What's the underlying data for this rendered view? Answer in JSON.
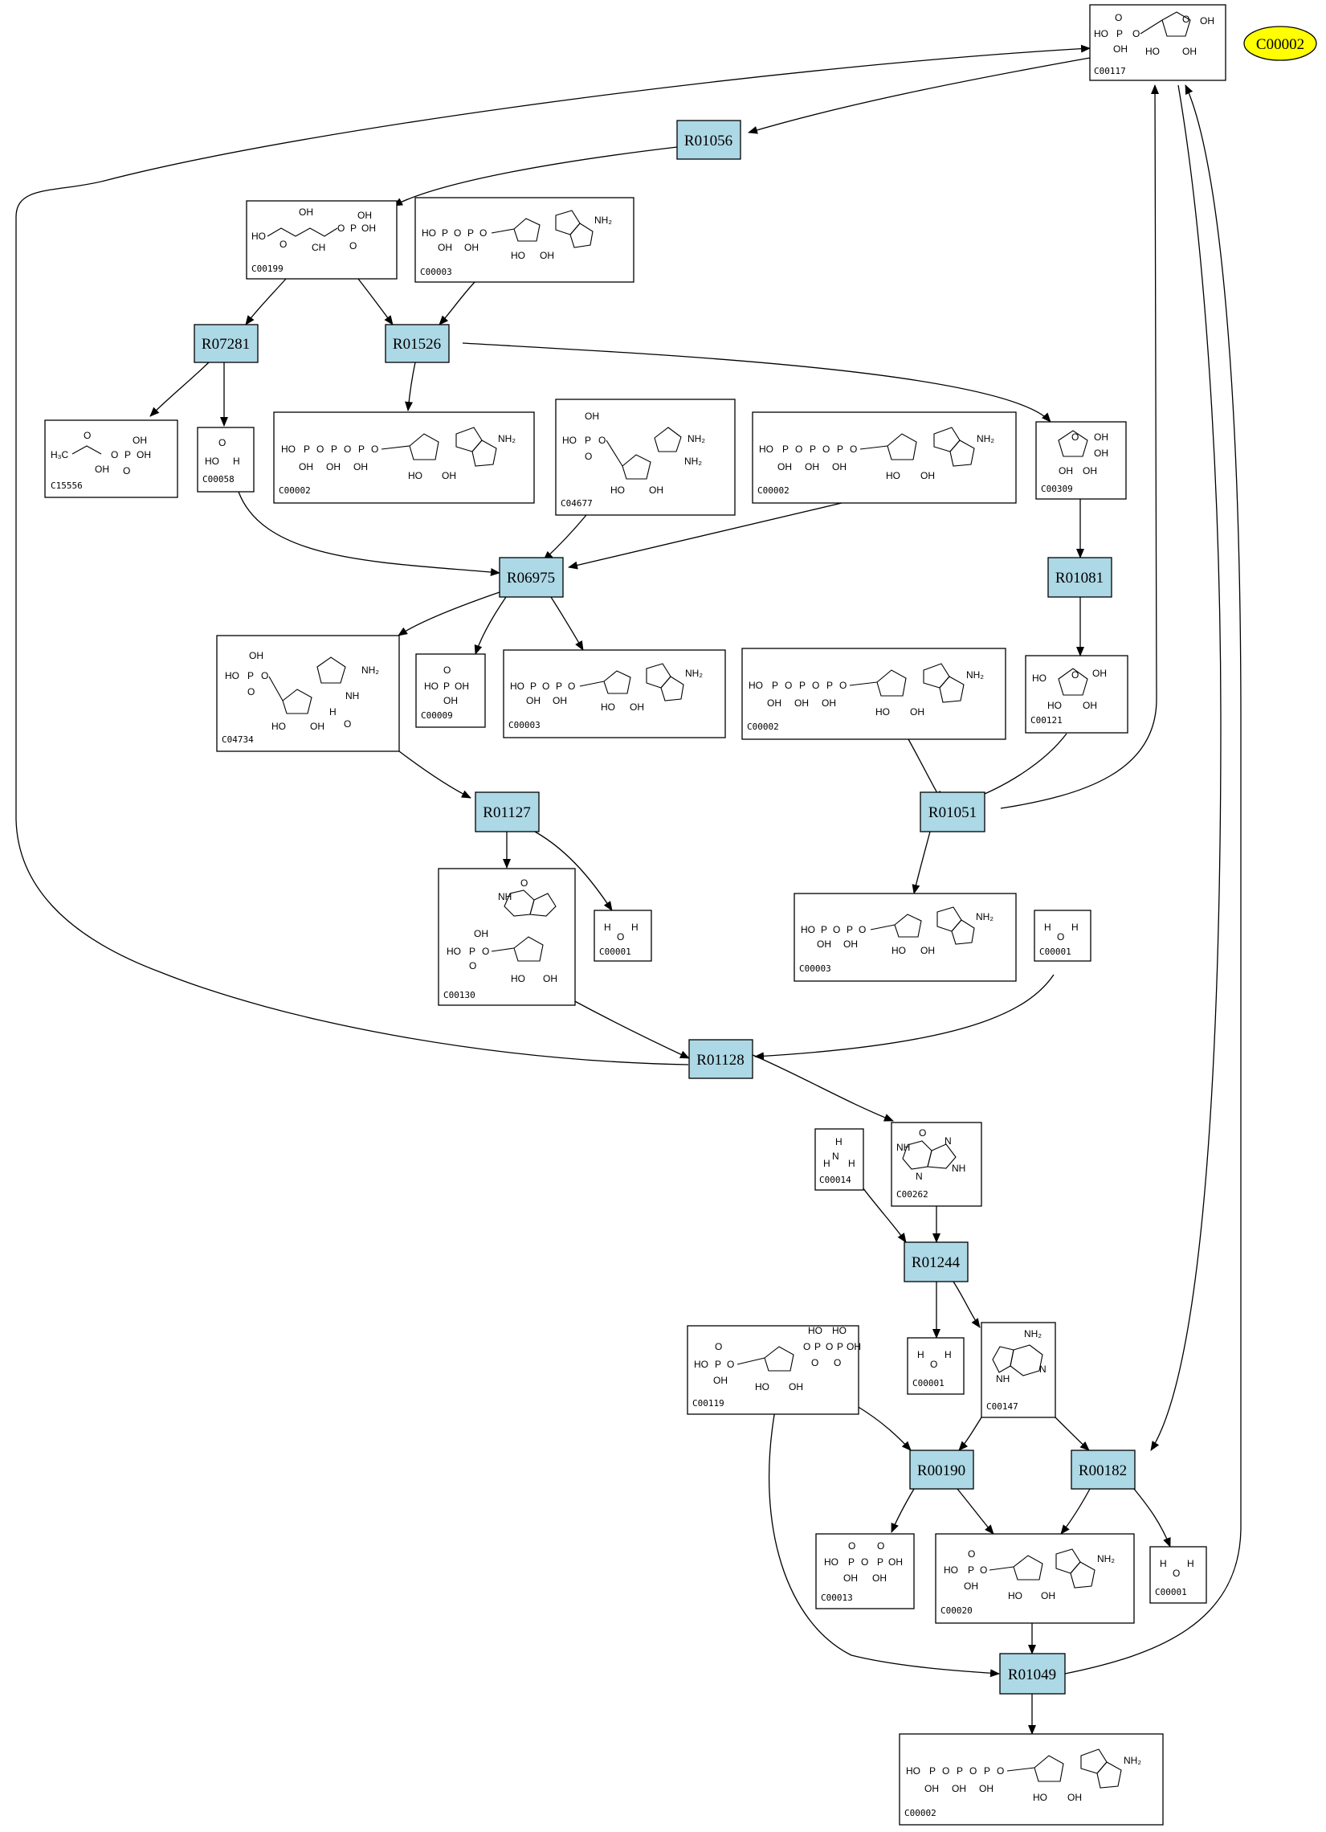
{
  "highlight": {
    "label": "C00002",
    "color": "#ffff00"
  },
  "colors": {
    "reaction_fill": "#add8e6",
    "compound_fill": "#ffffff",
    "edge": "#000000"
  },
  "reactions": [
    {
      "id": "R01056"
    },
    {
      "id": "R07281"
    },
    {
      "id": "R01526"
    },
    {
      "id": "R06975"
    },
    {
      "id": "R01081"
    },
    {
      "id": "R01127"
    },
    {
      "id": "R01051"
    },
    {
      "id": "R01128"
    },
    {
      "id": "R01244"
    },
    {
      "id": "R00190"
    },
    {
      "id": "R00182"
    },
    {
      "id": "R01049"
    }
  ],
  "compounds": [
    {
      "id": "C00117"
    },
    {
      "id": "C00199"
    },
    {
      "id": "C00003"
    },
    {
      "id": "C15556"
    },
    {
      "id": "C00058"
    },
    {
      "id": "C00002"
    },
    {
      "id": "C04677"
    },
    {
      "id": "C00002"
    },
    {
      "id": "C00309"
    },
    {
      "id": "C04734"
    },
    {
      "id": "C00009"
    },
    {
      "id": "C00003"
    },
    {
      "id": "C00002"
    },
    {
      "id": "C00121"
    },
    {
      "id": "C00130"
    },
    {
      "id": "C00001"
    },
    {
      "id": "C00003"
    },
    {
      "id": "C00001"
    },
    {
      "id": "C00014"
    },
    {
      "id": "C00262"
    },
    {
      "id": "C00119"
    },
    {
      "id": "C00001"
    },
    {
      "id": "C00147"
    },
    {
      "id": "C00013"
    },
    {
      "id": "C00020"
    },
    {
      "id": "C00001"
    },
    {
      "id": "C00002"
    }
  ],
  "atom_labels": {
    "OH": "OH",
    "HO": "HO",
    "O": "O",
    "P": "P",
    "N": "N",
    "H": "H",
    "NH": "NH",
    "NH2": "NH₂",
    "H3C": "H₃C",
    "O_dot": "O•",
    "HO_P": "HO–P",
    "OH_dot": "OH•",
    "CH": "CH",
    "OP": "O–P"
  }
}
